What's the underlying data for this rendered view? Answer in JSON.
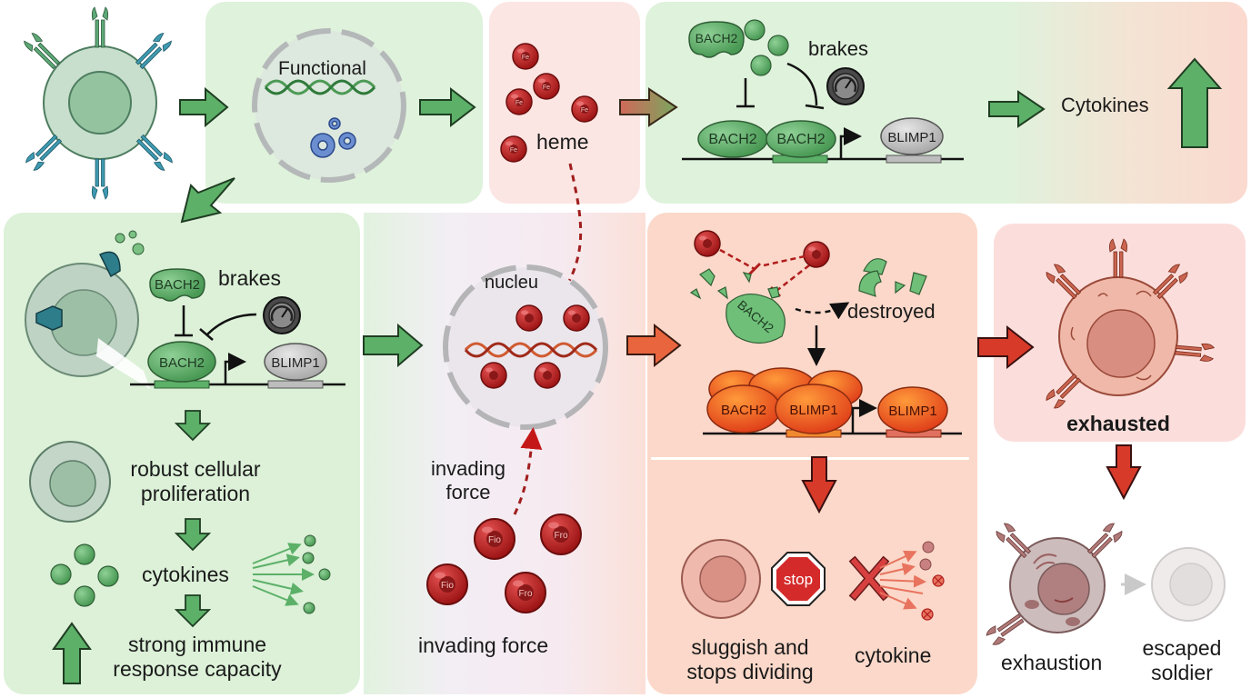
{
  "diagram": {
    "top_row": {
      "functional_label": "Functional",
      "heme_label": "heme",
      "brakes_label": "brakes",
      "bach2_labels": [
        "BACH2",
        "BACH2",
        "BACH2"
      ],
      "blimp1_label": "BLIMP1",
      "cytokines_label": "Cytokines"
    },
    "left_panel": {
      "bach2_top": "BACH2",
      "brakes_label": "brakes",
      "bach2_bound": "BACH2",
      "blimp1_label": "BLIMP1",
      "proliferation_label": [
        "robust cellular",
        "proliferation"
      ],
      "cytokines_label": "cytokines",
      "immune_label": [
        "strong immune",
        "response capacity"
      ]
    },
    "middle_panel": {
      "nucleus_label": "nucleu",
      "invading_arrow_label": [
        "invading",
        "force"
      ],
      "fe_labels": [
        "Fio",
        "Fro",
        "Fio",
        "Fro"
      ],
      "invading_label": "invading force"
    },
    "heme_panel": {
      "bach2_fragment_label": "BACH2",
      "destroyed_label": "destroyed",
      "complex_labels": [
        "BACH2",
        "BLIMP1",
        "BLIMP1"
      ],
      "sluggish_label": [
        "sluggish and",
        "stops dividing"
      ],
      "stop_sign_label": "stop",
      "cytokine_label": "cytokine"
    },
    "exhausted_panel": {
      "exhausted_label": "exhausted",
      "exhaustion_label": "exhaustion",
      "escaped_label": [
        "escaped",
        "soldier"
      ]
    },
    "fe_symbol": "Fe",
    "colors": {
      "green_fill": "#5cb068",
      "green_dark": "#2f5e35",
      "green_panel": "#dff2dc",
      "red_fill": "#c42a2a",
      "orange_fill": "#ea5a22",
      "pink_panel": "#fbe3df",
      "salmon_panel": "#fbd9cc",
      "gray_protein": "#bdbdbd"
    }
  }
}
